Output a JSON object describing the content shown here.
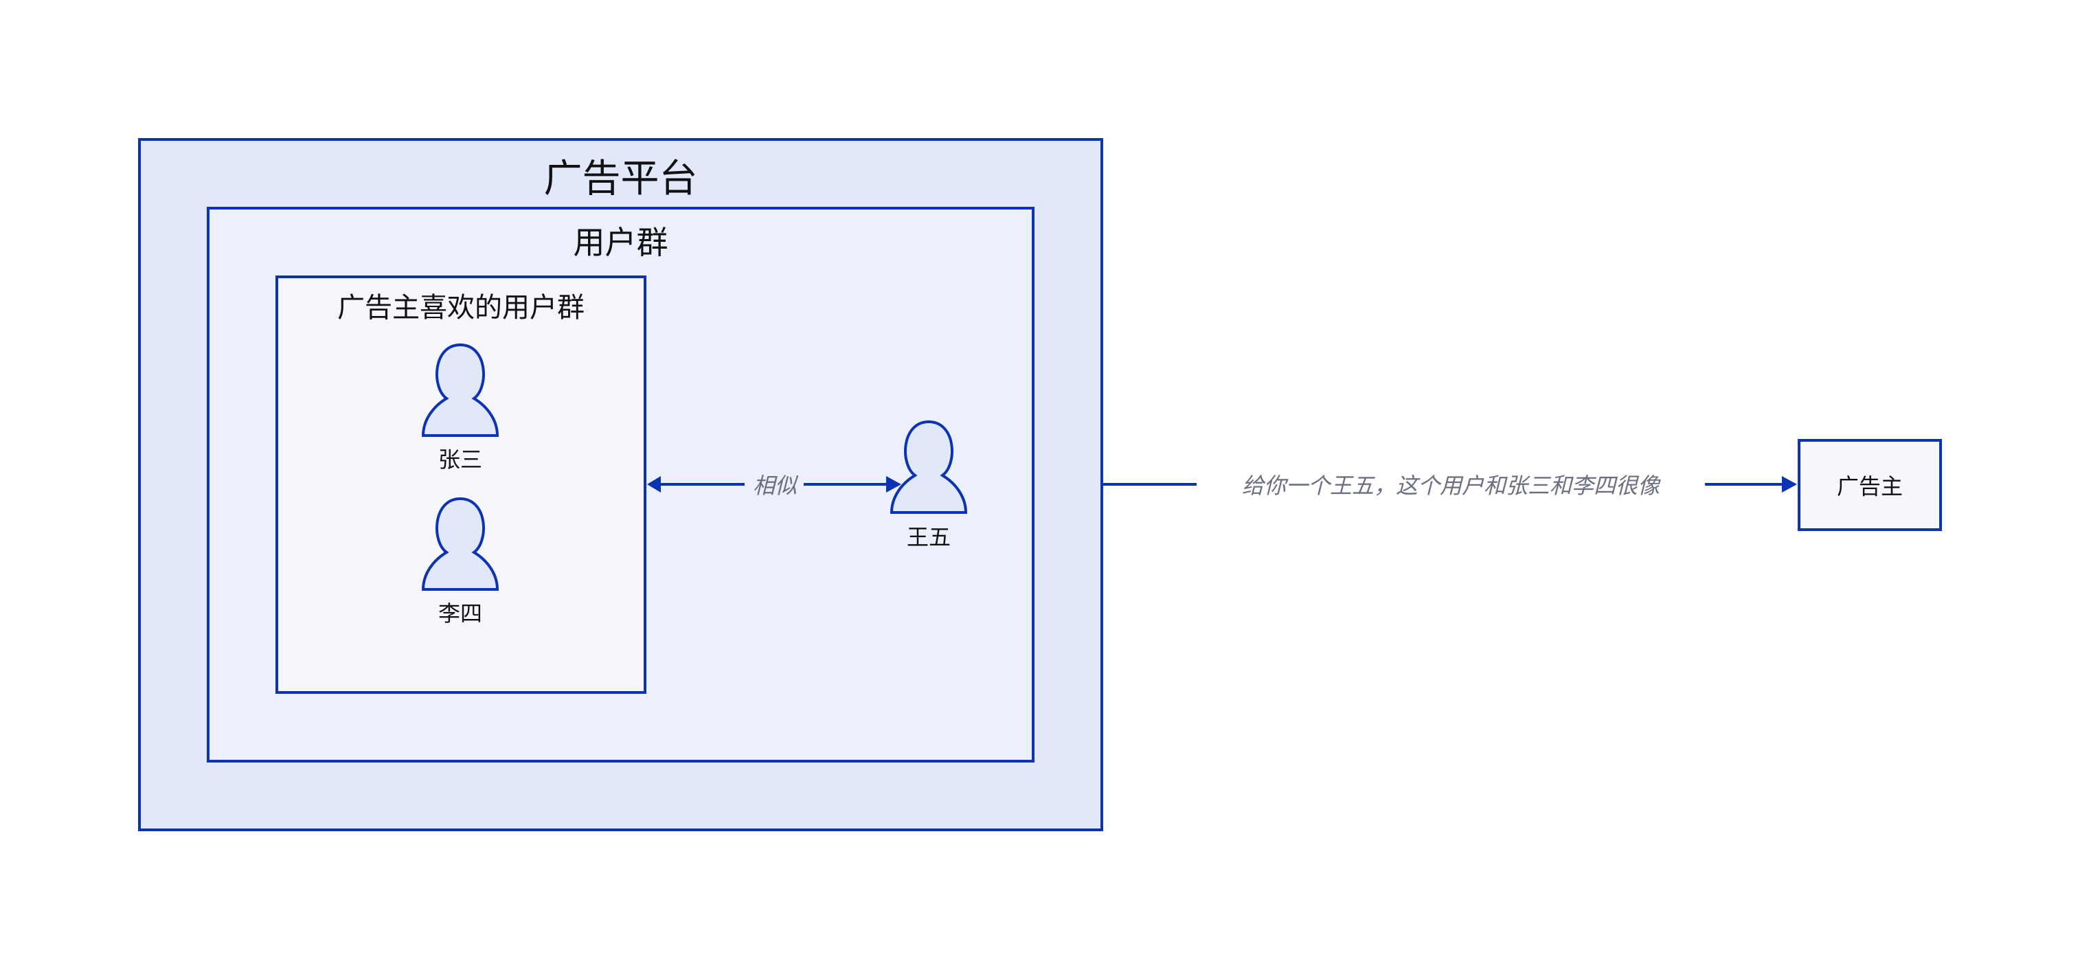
{
  "platform": {
    "title": "广告平台"
  },
  "user_group": {
    "title": "用户群"
  },
  "liked_group": {
    "title": "广告主喜欢的用户群"
  },
  "users": [
    {
      "name": "张三"
    },
    {
      "name": "李四"
    },
    {
      "name": "王五"
    }
  ],
  "edges": {
    "similar": "相似",
    "to_advertiser": "给你一个王五，这个用户和张三和李四很像"
  },
  "advertiser": {
    "label": "广告主"
  },
  "colors": {
    "stroke": "#0c33b4",
    "outer_fill": "#e1e8fa",
    "middle_fill": "#ecf0fc",
    "inner_fill": "#f6f7fd",
    "person_fill": "#e1e8fa"
  }
}
